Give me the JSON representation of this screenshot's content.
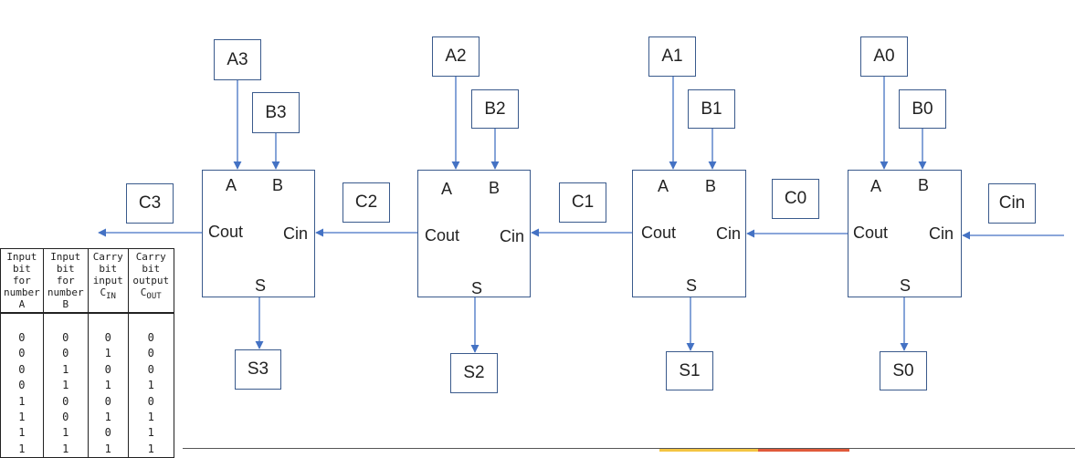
{
  "inputs": {
    "a": [
      "A3",
      "A2",
      "A1",
      "A0"
    ],
    "b": [
      "B3",
      "B2",
      "B1",
      "B0"
    ],
    "carry_labels": [
      "C3",
      "C2",
      "C1",
      "C0"
    ],
    "cin": "Cin",
    "sums": [
      "S3",
      "S2",
      "S1",
      "S0"
    ]
  },
  "adder_ports": {
    "a": "A",
    "b": "B",
    "cout": "Cout",
    "cin": "Cin",
    "s": "S"
  },
  "truth_table": {
    "headers": [
      {
        "line1": "Input",
        "line2": "bit for",
        "line3": "number",
        "line4": "A",
        "sub": ""
      },
      {
        "line1": "Input",
        "line2": "bit for",
        "line3": "number",
        "line4": "B",
        "sub": ""
      },
      {
        "line1": "Carry",
        "line2": "bit",
        "line3": "input",
        "line4": "C",
        "sub": "IN"
      },
      {
        "line1": "Carry",
        "line2": "bit",
        "line3": "output",
        "line4": "C",
        "sub": "OUT"
      }
    ],
    "rows": [
      [
        "0",
        "0",
        "0",
        "0"
      ],
      [
        "0",
        "0",
        "1",
        "0"
      ],
      [
        "0",
        "1",
        "0",
        "0"
      ],
      [
        "0",
        "1",
        "1",
        "1"
      ],
      [
        "1",
        "0",
        "0",
        "0"
      ],
      [
        "1",
        "0",
        "1",
        "1"
      ],
      [
        "1",
        "1",
        "0",
        "1"
      ],
      [
        "1",
        "1",
        "1",
        "1"
      ]
    ]
  },
  "colors": {
    "wire": "#4472c4",
    "border": "#3a5a8c",
    "strip_yellow": "#f4c542",
    "strip_red": "#e05a3a"
  }
}
